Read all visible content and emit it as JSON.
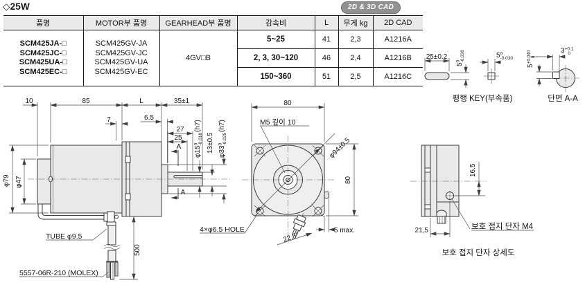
{
  "header": {
    "title": "◇25W",
    "badge": "2D & 3D CAD"
  },
  "table": {
    "headers": [
      "품명",
      "MOTOR부 품명",
      "GEARHEAD부 품명",
      "감속비",
      "L",
      "무게 kg",
      "2D CAD"
    ],
    "products": [
      "SCM425JA-□",
      "SCM425JC-□",
      "SCM425UA-□",
      "SCM425EC-□"
    ],
    "motors": [
      "SCM425GV-JA",
      "SCM425GV-JC",
      "SCM425GV-UA",
      "SCM425GV-EC"
    ],
    "gearhead": "4GV□B",
    "rows": [
      {
        "ratio": "5~25",
        "length": "41",
        "weight": "2,3",
        "cad": "A1216A"
      },
      {
        "ratio": "2, 3, 30~120",
        "length": "46",
        "weight": "2,4",
        "cad": "A1216B"
      },
      {
        "ratio": "150~360",
        "length": "51",
        "weight": "2,5",
        "cad": "A1216C"
      }
    ]
  },
  "key_detail": {
    "dim_25": "25±0.2",
    "key_height": {
      "main": "5",
      "tol_hi": "0",
      "tol_lo": "-0.030"
    },
    "key_width": {
      "main": "5",
      "tol_hi": "0",
      "tol_lo": "-0.030"
    },
    "section_height": {
      "main": "5",
      "tol_hi": "+0.040",
      "tol_lo": "0"
    },
    "section_width": {
      "main": "3",
      "tol_hi": "+0.1",
      "tol_lo": "0"
    },
    "caption_key": "평행 KEY(부속품)",
    "caption_section": "단면 A-A"
  },
  "side_view": {
    "dim_10": "10",
    "dim_85": "85",
    "dim_L": "L",
    "dim_35": "35±1",
    "dim_7": "7",
    "dim_6_5": "6.5",
    "dim_27": "27",
    "dim_25": "25",
    "dia_79": "φ79",
    "dia_47": "φ47",
    "shaft_dia": {
      "main": "φ15",
      "tol_hi": "0",
      "tol_lo": "-0.018",
      "fit": "(h7)"
    },
    "key_depth": "13±0.5",
    "boss_dia": {
      "main": "φ33",
      "tol_hi": "0",
      "tol_lo": "-0.025",
      "fit": "(h7)"
    },
    "section_a_top": "A",
    "section_a_bottom": "A",
    "tube_label": "TUBE φ9.5",
    "dim_500": "500",
    "connector_label": "5557-06R-210 (MOLEX)"
  },
  "front_view": {
    "dim_80_top": "80",
    "dim_80_right": "80",
    "m5_label": "M5 깊이 10",
    "bolt_circle": "φ94±0.5",
    "angle": "22.5°",
    "protrusion": "5 max.",
    "holes_label": "4×φ6.5 HOLE"
  },
  "terminal_view": {
    "dim_16_5": "16.5",
    "dim_21_5": "21,5",
    "ground_label": "보호 접지 단자 M4",
    "caption": "보호 접지 단자 상세도"
  }
}
